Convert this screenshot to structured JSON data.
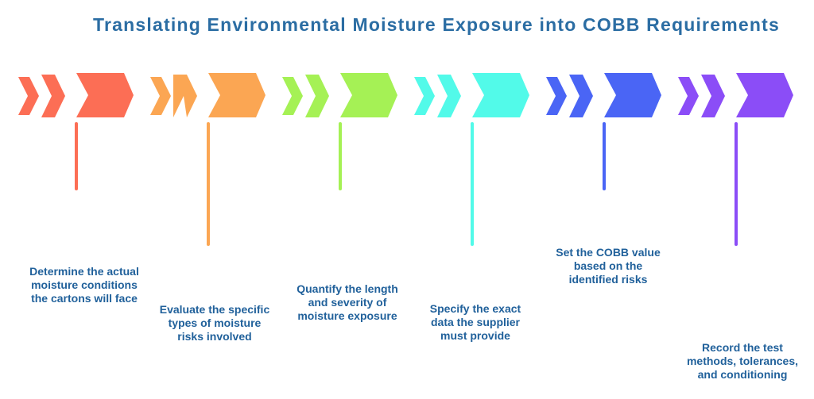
{
  "title": {
    "text": "Translating Environmental Moisture Exposure into COBB Requirements",
    "color": "#2B6DA3"
  },
  "description_text_color": "#21619B",
  "background_color": "#FFFFFF",
  "steps": [
    {
      "label": "step-1",
      "arrow_color": "#FC6E55",
      "connector": "short",
      "description": "Determine the actual\nmoisture conditions\nthe cartons will face"
    },
    {
      "label": "step-2",
      "arrow_color": "#FBA653",
      "connector": "long",
      "description": "Evaluate the specific\ntypes of moisture\nrisks involved"
    },
    {
      "label": "step-3",
      "arrow_color": "#A5F155",
      "connector": "short",
      "description": "Quantify the length\nand severity of\nmoisture exposure"
    },
    {
      "label": "step-4",
      "arrow_color": "#52FAE9",
      "connector": "long",
      "description": "Specify the exact\ndata the supplier\nmust provide"
    },
    {
      "label": "step-5",
      "arrow_color": "#4A65F5",
      "connector": "short",
      "description": "Set the COBB value\nbased on the\nidentified risks"
    },
    {
      "label": "step-6",
      "arrow_color": "#8B4DF7",
      "connector": "long",
      "description": "Record the test\nmethods, tolerances,\nand conditioning"
    }
  ]
}
